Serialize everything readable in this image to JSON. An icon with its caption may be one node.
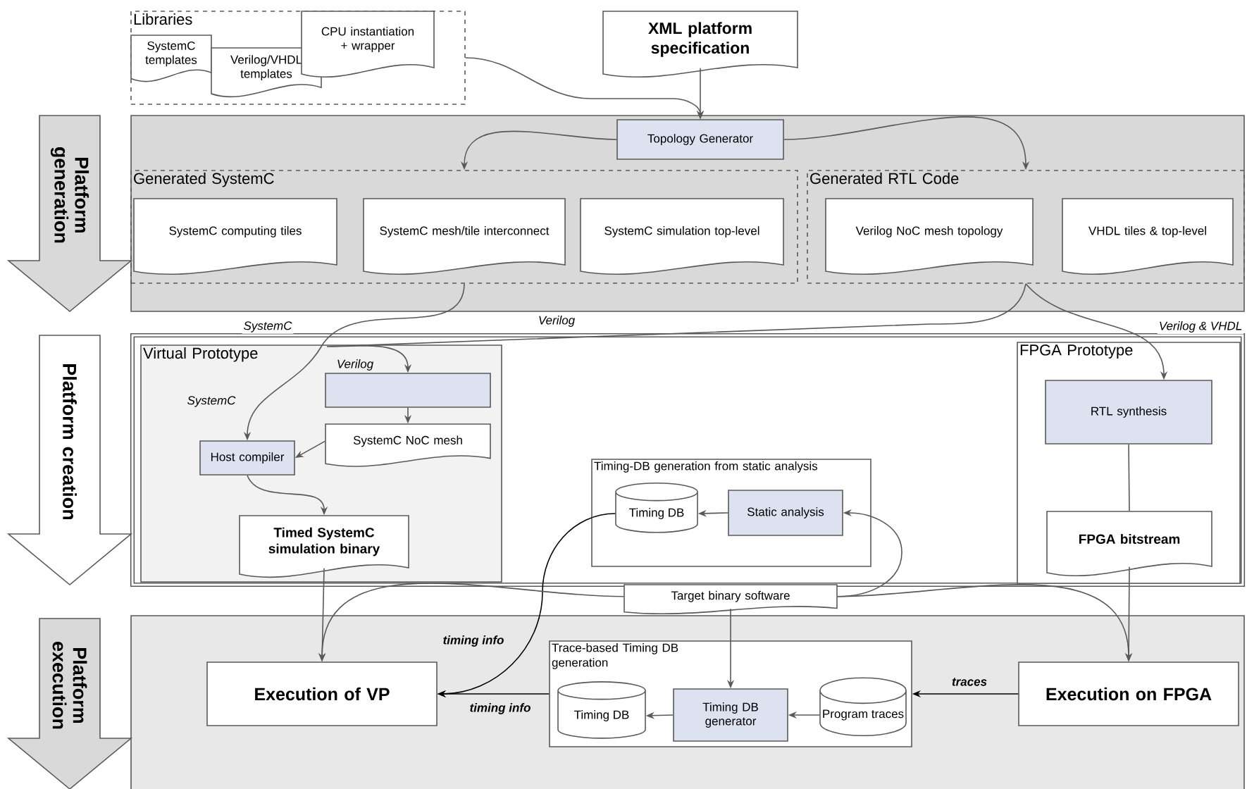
{
  "diagram": {
    "nodes": [
      {
        "text": [
          "Libraries"
        ]
      },
      {
        "text": [
          "SystemC templates"
        ],
        "in": 0
      },
      {
        "text": [
          "Verilog/VHDL templates"
        ],
        "in": 0
      },
      {
        "text": [
          "CPU instantiation + wrapper"
        ],
        "in": 0
      },
      {
        "text": [
          "XML platform specification"
        ]
      },
      {
        "text": [
          "Platform generation"
        ]
      },
      {
        "text": [
          "Topology Generator"
        ]
      },
      {
        "text": [
          "Generated SystemC"
        ]
      },
      {
        "text": [
          "SystemC computing tiles"
        ],
        "in": 7
      },
      {
        "text": [
          "SystemC mesh/tile interconnect"
        ],
        "in": 7
      },
      {
        "text": [
          "SystemC simulation top-level"
        ],
        "in": 7
      },
      {
        "text": [
          "Generated RTL Code"
        ]
      },
      {
        "text": [
          "Verilog NoC mesh topology"
        ],
        "in": 11
      },
      {
        "text": [
          "VHDL tiles & top-level"
        ],
        "in": 11
      },
      {
        "text": [
          "Platform creation"
        ]
      },
      {
        "text": [
          "Virtual Prototype"
        ]
      },
      {
        "text": [],
        "shape": "box",
        "in": 15
      },
      {
        "text": [
          "SystemC NoC mesh"
        ],
        "in": 15
      },
      {
        "text": [
          "Host compiler"
        ],
        "in": 15
      },
      {
        "text": [
          "Timed SystemC simulation binary"
        ],
        "in": 15
      },
      {
        "text": [
          "Timing-DB generation from static analysis"
        ]
      },
      {
        "text": [
          "Timing DB"
        ],
        "in": 20
      },
      {
        "text": [
          "Static analysis"
        ],
        "in": 20
      },
      {
        "text": [
          "FPGA Prototype"
        ]
      },
      {
        "text": [
          "RTL synthesis"
        ],
        "in": 23
      },
      {
        "text": [
          "FPGA bitstream"
        ],
        "in": 23
      },
      {
        "text": [
          "Target binary software"
        ]
      },
      {
        "text": [
          "Platform execution"
        ]
      },
      {
        "text": [
          "Execution of VP"
        ]
      },
      {
        "text": [
          "Trace-based Timing DB generation"
        ]
      },
      {
        "text": [
          "Timing DB"
        ],
        "in": 29
      },
      {
        "text": [
          "Timing DB generator"
        ],
        "in": 29
      },
      {
        "text": [
          "Program traces"
        ],
        "in": 29
      },
      {
        "text": [
          "Execution on FPGA"
        ]
      }
    ],
    "edges": [
      {
        "from": 0,
        "to": 6,
        "arrow": "to"
      },
      {
        "from": 4,
        "to": 6,
        "arrow": "to"
      },
      {
        "from": 6,
        "to": 7,
        "arrow": "to"
      },
      {
        "from": 6,
        "to": 11,
        "arrow": "to"
      },
      {
        "from": 7,
        "to": 18,
        "arrow": "to",
        "label": "SystemC"
      },
      {
        "from": 11,
        "to": 16,
        "arrow": "to",
        "label": "Verilog"
      },
      {
        "from": 11,
        "to": 24,
        "arrow": "to",
        "label": "Verilog & VHDL"
      },
      {
        "from": 16,
        "to": 17,
        "arrow": "to"
      },
      {
        "from": 17,
        "to": 18,
        "arrow": "to"
      },
      {
        "from": 18,
        "to": 19,
        "arrow": "to"
      },
      {
        "from": 24,
        "to": 25,
        "arrow": "none"
      },
      {
        "from": 22,
        "to": 21,
        "arrow": "to"
      },
      {
        "from": 26,
        "to": 22,
        "arrow": "to"
      },
      {
        "from": 21,
        "to": 28,
        "arrow": "to",
        "label": "timing info",
        "color": "#000000"
      },
      {
        "from": 19,
        "to": 28,
        "arrow": "to"
      },
      {
        "from": 26,
        "to": 28,
        "arrow": "to"
      },
      {
        "from": 26,
        "to": 31,
        "arrow": "to"
      },
      {
        "from": 26,
        "to": 33,
        "arrow": "to"
      },
      {
        "from": 25,
        "to": 33,
        "arrow": "to"
      },
      {
        "from": 33,
        "to": 29,
        "arrow": "to",
        "label": "traces",
        "color": "#000000"
      },
      {
        "from": 32,
        "to": 31,
        "arrow": "to"
      },
      {
        "from": 31,
        "to": 30,
        "arrow": "to"
      },
      {
        "from": 29,
        "to": 28,
        "arrow": "to",
        "label": "timing info",
        "color": "#000000"
      }
    ],
    "labels": [
      "Verilog",
      "SystemC"
    ]
  }
}
